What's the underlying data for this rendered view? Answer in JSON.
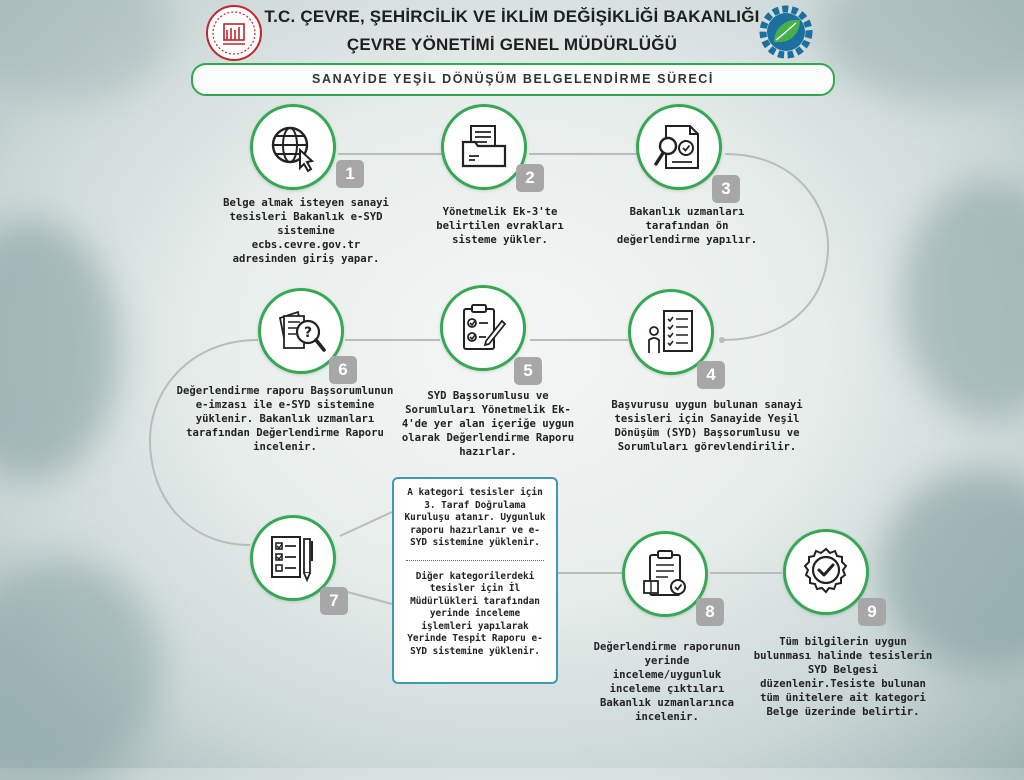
{
  "header": {
    "title_line1": "T.C. ÇEVRE, ŞEHİRCİLİK VE İKLİM DEĞİŞİKLİĞİ BAKANLIĞI",
    "title_line2": "ÇEVRE YÖNETİMİ GENEL MÜDÜRLÜĞÜ",
    "subtitle": "SANAYİDE YEŞİL DÖNÜŞÜM BELGELENDİRME SÜRECİ"
  },
  "colors": {
    "accent_green": "#36a853",
    "line_gray": "#b8bcbc",
    "badge_gray": "#a7a7a7",
    "box_border": "#3f9ab0"
  },
  "steps": [
    {
      "num": "1",
      "icon": "globe-cursor-icon",
      "caption": "Belge almak isteyen sanayi tesisleri Bakanlık e-SYD sistemine ecbs.cevre.gov.tr adresinden giriş yapar."
    },
    {
      "num": "2",
      "icon": "document-folder-icon",
      "caption": "Yönetmelik Ek-3'te belirtilen evrakları sisteme yükler."
    },
    {
      "num": "3",
      "icon": "document-magnifier-icon",
      "caption": "Bakanlık uzmanları tarafından ön değerlendirme yapılır."
    },
    {
      "num": "4",
      "icon": "person-checklist-icon",
      "caption": "Başvurusu uygun bulunan sanayi tesisleri için Sanayide Yeşil Dönüşüm (SYD) Başsorumlusu ve Sorumluları görevlendirilir."
    },
    {
      "num": "5",
      "icon": "clipboard-pen-icon",
      "caption": "SYD Başsorumlusu ve Sorumluları Yönetmelik Ek-4'de yer alan içeriğe uygun olarak Değerlendirme Raporu hazırlar."
    },
    {
      "num": "6",
      "icon": "documents-question-icon",
      "caption": "Değerlendirme raporu Başsorumlunun e-imzası ile e-SYD sistemine yüklenir. Bakanlık uzmanları tarafından Değerlendirme Raporu incelenir."
    },
    {
      "num": "7",
      "icon": "checklist-pencil-icon",
      "caption": ""
    },
    {
      "num": "8",
      "icon": "clipboard-box-check-icon",
      "caption": "Değerlendirme raporunun yerinde inceleme/uygunluk inceleme çıktıları Bakanlık uzmanlarınca incelenir."
    },
    {
      "num": "9",
      "icon": "certificate-badge-icon",
      "caption": "Tüm bilgilerin uygun bulunması halinde tesislerin SYD Belgesi düzenlenir.Tesiste bulunan tüm ünitelere ait kategori Belge üzerinde belirtir."
    }
  ],
  "step7_box": {
    "part1": "A kategori tesisler için 3. Taraf Doğrulama Kuruluşu atanır. Uygunluk raporu hazırlanır ve e-SYD sistemine yüklenir.",
    "part2": "Diğer kategorilerdeki tesisler için İl Müdürlükleri tarafından yerinde inceleme işlemleri yapılarak Yerinde Tespit Raporu e-SYD sistemine yüklenir."
  },
  "logos": {
    "left": "ministry-seal-logo",
    "right": "gear-leaf-logo"
  }
}
